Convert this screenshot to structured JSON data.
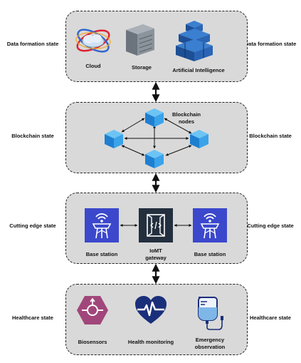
{
  "layers": {
    "data": {
      "left_label": "Data formation state",
      "right_label": "Data formation state",
      "items": {
        "cloud": "Cloud",
        "storage": "Storage",
        "ai": "Artificial Intelligence"
      }
    },
    "blockchain": {
      "left_label": "Blockchain state",
      "right_label": "Blockchain state",
      "nodes_label": "Blockchain nodes"
    },
    "edge": {
      "left_label": "Cutting edge state",
      "right_label": "Cutting edge state",
      "items": {
        "base_left": "Base station",
        "gateway": "IoMT gateway",
        "base_right": "Base station"
      }
    },
    "healthcare": {
      "left_label": "Healthcare state",
      "right_label": "Healthcare state",
      "items": {
        "biosensors": "Biosensors",
        "monitoring": "Health monitoring",
        "emergency": "Emergency observation"
      }
    }
  },
  "colors": {
    "panel_fill": "#d9d9d9",
    "aws_blue": "#3b48cc",
    "dark_navy": "#232f3e",
    "biosensor_purple": "#a1467a",
    "heart_navy": "#1a2f7a",
    "cube_blue": "#2f8fd9"
  }
}
